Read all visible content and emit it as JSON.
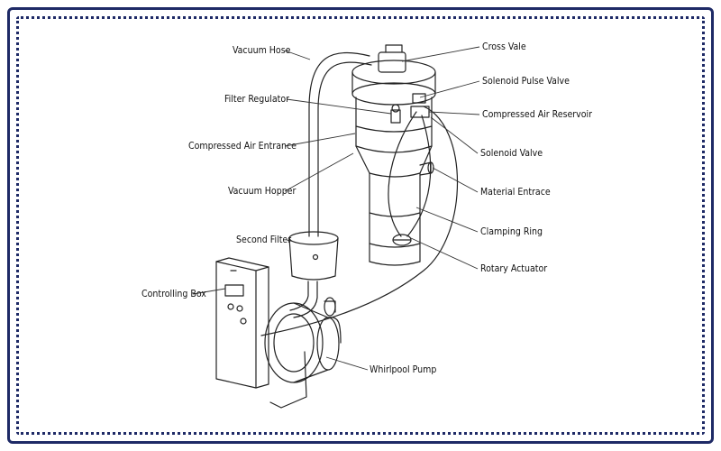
{
  "colors": {
    "border": "#1e2a66",
    "ink": "#111111",
    "background": "#ffffff"
  },
  "labels": {
    "vacuum_hose": "Vacuum Hose",
    "filter_regulator": "Filter Regulator",
    "compressed_air_entrance": "Compressed Air Entrance",
    "vacuum_hopper": "Vacuum Hopper",
    "second_filter": "Second Filter",
    "controlling_box": "Controlling Box",
    "whirlpool_pump": "Whirlpool Pump",
    "cross_vale": "Cross Vale",
    "solenoid_pulse_valve": "Solenoid Pulse Valve",
    "compressed_air_reservoir": "Compressed Air Reservoir",
    "solenoid_valve": "Solenoid Valve",
    "material_entrace": "Material Entrace",
    "clamping_ring": "Clamping Ring",
    "rotary_actuator": "Rotary Actuator"
  }
}
